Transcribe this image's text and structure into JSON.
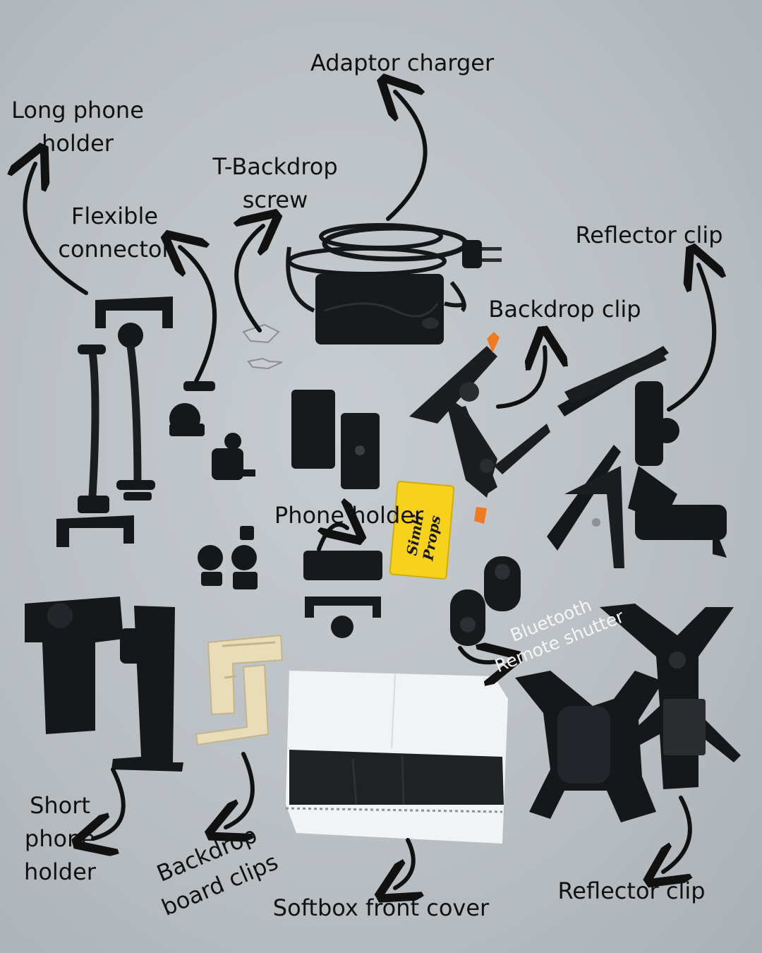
{
  "labels": {
    "adaptor_charger": "Adaptor charger",
    "long_phone_holder": "Long phone\nholder",
    "t_backdrop_screw": "T-Backdrop\nscrew",
    "flexible_connector": "Flexible\nconnector",
    "reflector_clip_top": "Reflector clip",
    "backdrop_clip": "Backdrop clip",
    "phone_holder": "Phone holder",
    "bluetooth_remote_shutter": "Bluetooth\nRemote shutter",
    "short_phone_holder": "Short\nphone\nholder",
    "backdrop_board_clips": "Backdrop\nboard clips",
    "softbox_front_cover": "Softbox front cover",
    "reflector_clip_bottom": "Reflector clip"
  },
  "brand_card": {
    "name": "Simli Props"
  },
  "colors": {
    "background": "#bcc1c6",
    "gear": "#15171a",
    "label_text": "#111111",
    "accent_orange": "#f07a1f",
    "card_yellow": "#f6d21b",
    "board_clip_beige": "#e9dcb6",
    "softbox_white": "#f1f3f4"
  }
}
